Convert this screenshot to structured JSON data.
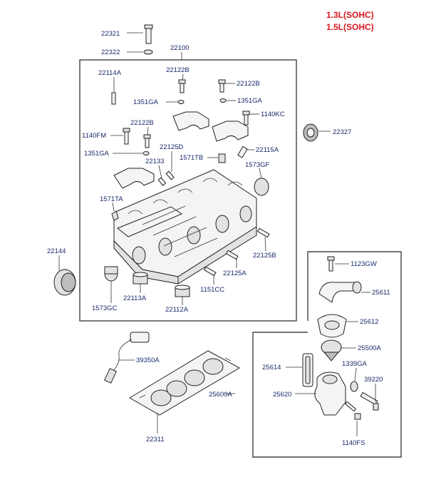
{
  "header": {
    "line1": "1.3L(SOHC)",
    "line2": "1.5L(SOHC)",
    "color": "#d71920"
  },
  "label_color": "#1b2a6b",
  "parts": {
    "p22321": "22321",
    "p22322": "22322",
    "p22100": "22100",
    "p22114A": "22114A",
    "p22122B_a": "22122B",
    "p22122B_b": "22122B",
    "p22122B_c": "22122B",
    "p1351GA_a": "1351GA",
    "p1351GA_b": "1351GA",
    "p1351GA_c": "1351GA",
    "p1140KC": "1140KC",
    "p1140FM": "1140FM",
    "p22125D": "22125D",
    "p1571TB": "1571TB",
    "p22115A": "22115A",
    "p22133": "22133",
    "p1573GF": "1573GF",
    "p1571TA": "1571TA",
    "p22327": "22327",
    "p22144": "22144",
    "p22125B": "22125B",
    "p22125A": "22125A",
    "p1151CC": "1151CC",
    "p22113A": "22113A",
    "p1573GC": "1573GC",
    "p22112A": "22112A",
    "p1123GW": "1123GW",
    "p25611": "25611",
    "p25612": "25612",
    "p25500A": "25500A",
    "p39350A": "39350A",
    "p25614": "25614",
    "p1339GA": "1339GA",
    "p39220": "39220",
    "p25600A": "25600A",
    "p25620": "25620",
    "p22311": "22311",
    "p1140FS": "1140FS"
  }
}
